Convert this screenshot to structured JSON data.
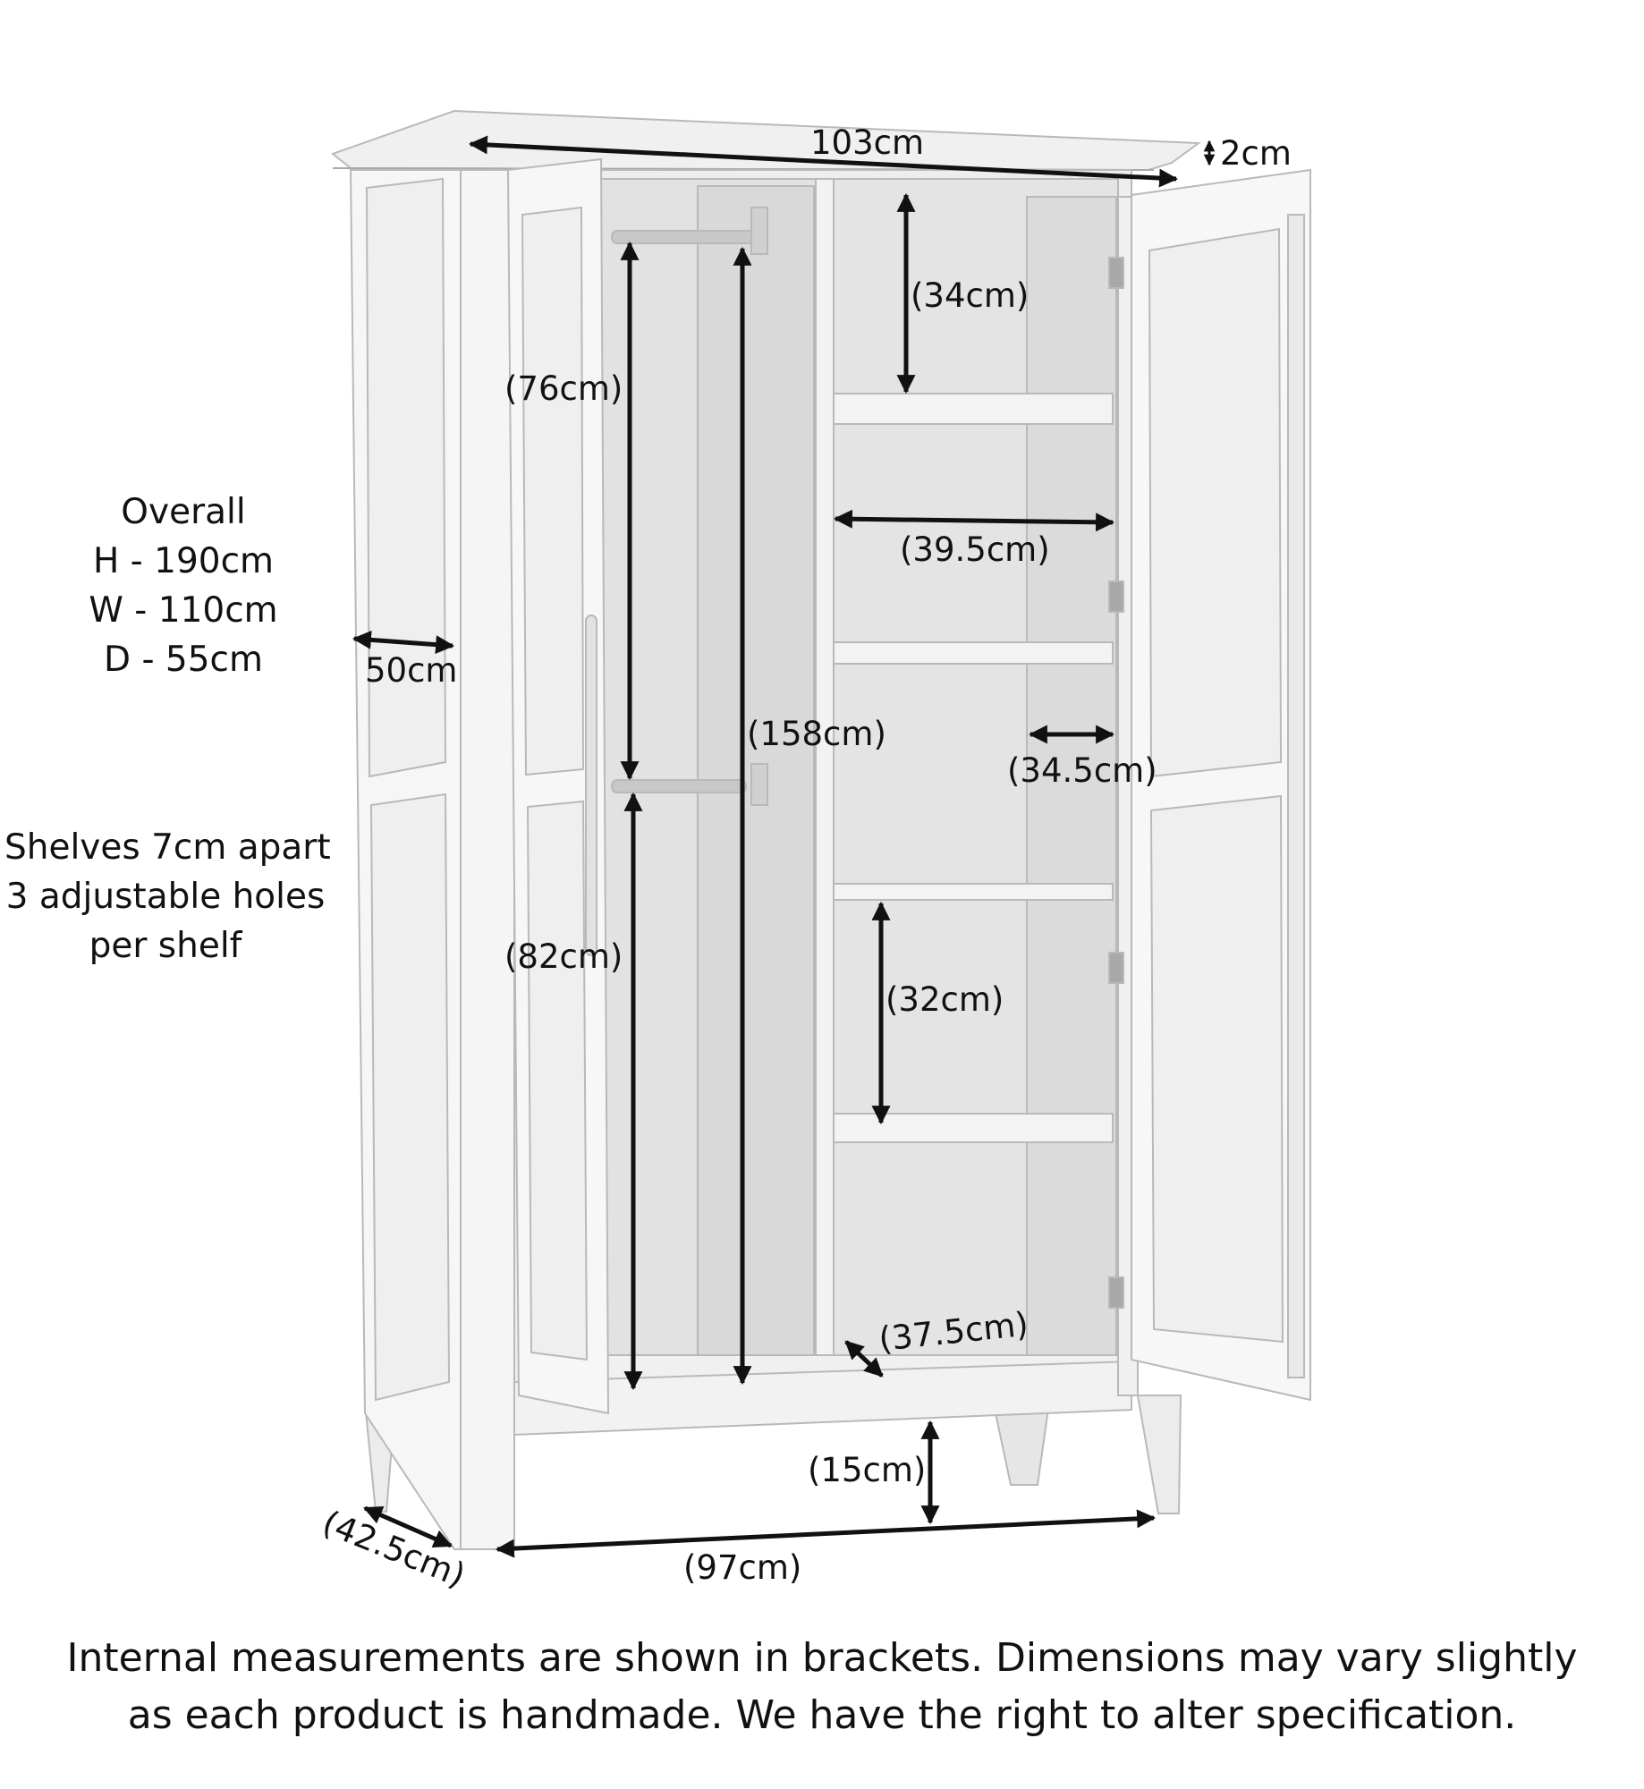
{
  "overall_note": {
    "heading": "Overall",
    "height": "H - 190cm",
    "width": "W - 110cm",
    "depth": "D - 55cm"
  },
  "shelf_note": {
    "line1": "Shelves 7cm apart",
    "line2": "3 adjustable holes",
    "line3": "per shelf"
  },
  "dimensions": {
    "top_width": "103cm",
    "top_thickness": "2cm",
    "side_depth": "50cm",
    "rail_upper_height": "(76cm)",
    "rail_lower_height": "(82cm)",
    "hanging_height": "(158cm)",
    "top_shelf_height": "(34cm)",
    "shelf_width": "(39.5cm)",
    "shelf_depth": "(34.5cm)",
    "lower_shelf_height": "(32cm)",
    "base_depth": "(37.5cm)",
    "leg_height": "(15cm)",
    "base_width": "(97cm)",
    "side_base_depth": "(42.5cm)"
  },
  "footer": {
    "line1": "Internal measurements are shown in brackets. Dimensions may vary slightly",
    "line2": "as each product is handmade. We have the right to alter specification."
  }
}
